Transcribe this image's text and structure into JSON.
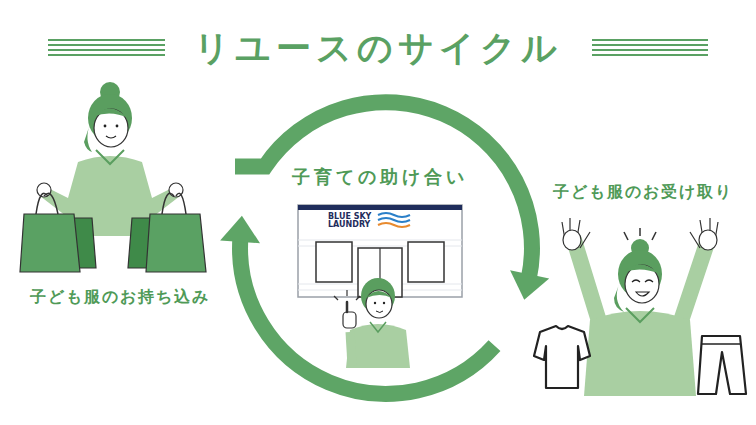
{
  "diagram": {
    "title": "リユースのサイクル",
    "nodes": [
      {
        "text": [
          "子ども服のお持ち込み"
        ]
      },
      {
        "text": [
          "子育ての助け合い",
          "BLUE SKY LAUNDRY"
        ]
      },
      {
        "text": [
          "子ども服のお受け取り"
        ]
      }
    ],
    "edges": [
      {
        "from": 0,
        "to": 2,
        "arrow": "to"
      },
      {
        "from": 2,
        "to": 0,
        "arrow": "to"
      }
    ]
  }
}
